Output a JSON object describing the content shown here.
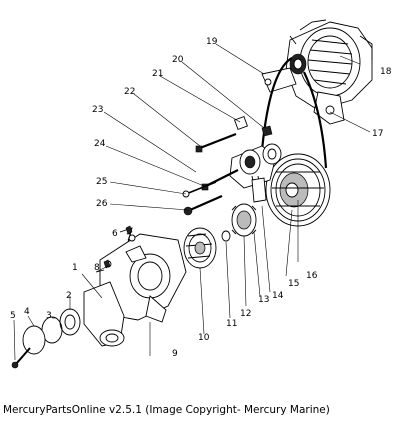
{
  "caption": "MercuryPartsOnline v2.5.1 (Image Copyright- Mercury Marine)",
  "callouts": [
    "1",
    "2",
    "3",
    "4",
    "5",
    "6",
    "7",
    "8",
    "9",
    "10",
    "11",
    "12",
    "13",
    "14",
    "15",
    "16",
    "17",
    "18",
    "19",
    "20",
    "21",
    "22",
    "23",
    "24",
    "25",
    "26"
  ]
}
